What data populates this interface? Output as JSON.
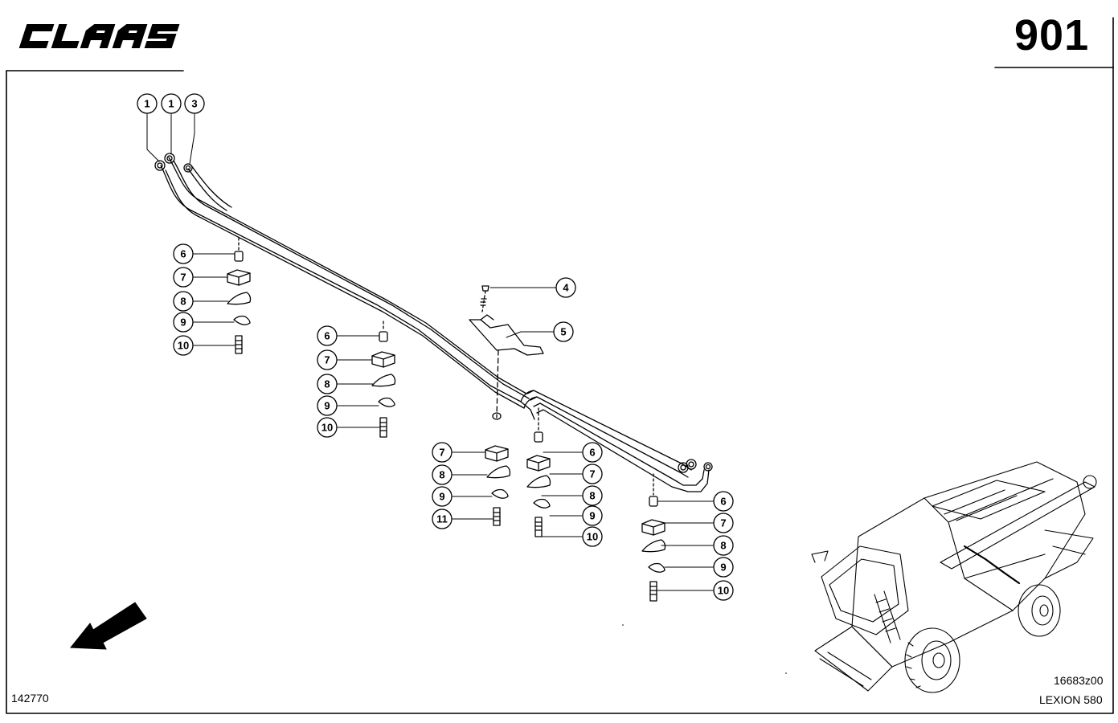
{
  "header": {
    "brand": "CLAAS",
    "page_number": "901"
  },
  "footer": {
    "doc_number": "142770",
    "drawing_code": "16683z00",
    "model": "LEXION 580"
  },
  "callouts": {
    "c01": "1",
    "c02": "1",
    "c03": "3",
    "c04": "4",
    "c05": "5",
    "c06": "6",
    "c07": "7",
    "c08": "8",
    "c09": "9",
    "c10": "10",
    "c11": "6",
    "c12": "7",
    "c13": "8",
    "c14": "9",
    "c15": "10",
    "c16": "7",
    "c17": "8",
    "c18": "9",
    "c19": "11",
    "c20": "6",
    "c21": "7",
    "c22": "8",
    "c23": "9",
    "c24": "10",
    "c25": "6",
    "c26": "7",
    "c27": "8",
    "c28": "9",
    "c29": "10"
  },
  "colors": {
    "ink": "#000000",
    "paper": "#ffffff"
  },
  "icons": {
    "direction": "direction-arrow-icon"
  }
}
